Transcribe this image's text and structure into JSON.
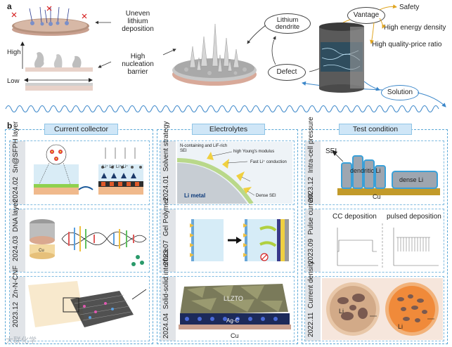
{
  "panel_a": {
    "letter": "a",
    "uneven_lithium_deposition": "Uneven\nlithium\ndeposition",
    "high_nucleation_barrier": "High\nnucleation\nbarrier",
    "high_label": "High",
    "low_label": "Low",
    "lithium_dendrite": "Lithium\ndendrite",
    "defect": "Defect",
    "vantage": "Vantage",
    "safety": "Safety",
    "high_energy_density": "High energy density",
    "high_quality_price_ratio": "High quality-price ratio",
    "solution": "Solution"
  },
  "panel_b": {
    "letter": "b",
    "columns": {
      "current_collector": {
        "title": "Current collector",
        "rows": [
          {
            "year": "2024.02",
            "name": "Sn@SFPH layer",
            "inset_text": "Li⁺ Li⁺ Li⁺ Li⁺"
          },
          {
            "year": "2024.03",
            "name": "DNA layer",
            "inset_text": "Cu"
          },
          {
            "year": "2023.12",
            "name": "Zn-N-CNF"
          }
        ]
      },
      "electrolytes": {
        "title": "Electrolytes",
        "rows": [
          {
            "year": "2024.01",
            "name": "Solvent strategy",
            "notes": [
              "N-containing and LiF-rich SEI",
              "high Young's modulus",
              "Fast Li⁺ conduction",
              "Dense SEI",
              "Li metal"
            ]
          },
          {
            "year": "2023.07",
            "name": "Gel Polymer"
          },
          {
            "year": "2024.04",
            "name": "Solid-solid interface",
            "notes": [
              "LLZTO",
              "Ag-C",
              "Cu"
            ]
          }
        ]
      },
      "test_condition": {
        "title": "Test condition",
        "rows": [
          {
            "year": "2023.12",
            "name": "Intra-cell pressure",
            "notes": [
              "SEI",
              "dendritic Li",
              "dense Li",
              "Cu"
            ]
          },
          {
            "year": "2023.09",
            "name": "Pulse current",
            "notes": [
              "CC deposition",
              "pulsed deposition"
            ]
          },
          {
            "year": "2022.11",
            "name": "Current density",
            "notes": [
              "Li",
              "Li"
            ]
          }
        ]
      }
    }
  },
  "watermark": "大联化学"
}
